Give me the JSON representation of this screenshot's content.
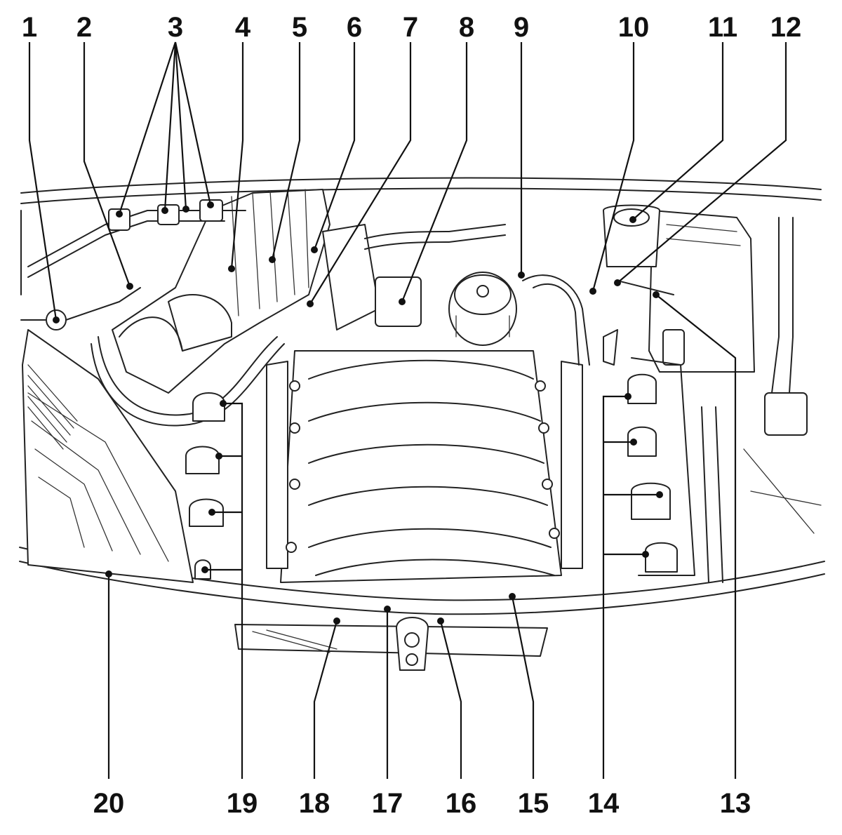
{
  "diagram": {
    "callouts": [
      {
        "id": "1",
        "label": "1"
      },
      {
        "id": "2",
        "label": "2"
      },
      {
        "id": "3",
        "label": "3"
      },
      {
        "id": "4",
        "label": "4"
      },
      {
        "id": "5",
        "label": "5"
      },
      {
        "id": "6",
        "label": "6"
      },
      {
        "id": "7",
        "label": "7"
      },
      {
        "id": "8",
        "label": "8"
      },
      {
        "id": "9",
        "label": "9"
      },
      {
        "id": "10",
        "label": "10"
      },
      {
        "id": "11",
        "label": "11"
      },
      {
        "id": "12",
        "label": "12"
      },
      {
        "id": "13",
        "label": "13"
      },
      {
        "id": "14",
        "label": "14"
      },
      {
        "id": "15",
        "label": "15"
      },
      {
        "id": "16",
        "label": "16"
      },
      {
        "id": "17",
        "label": "17"
      },
      {
        "id": "18",
        "label": "18"
      },
      {
        "id": "19",
        "label": "19"
      },
      {
        "id": "20",
        "label": "20"
      }
    ],
    "colors": {
      "ink": "#111111",
      "background": "#ffffff"
    }
  }
}
